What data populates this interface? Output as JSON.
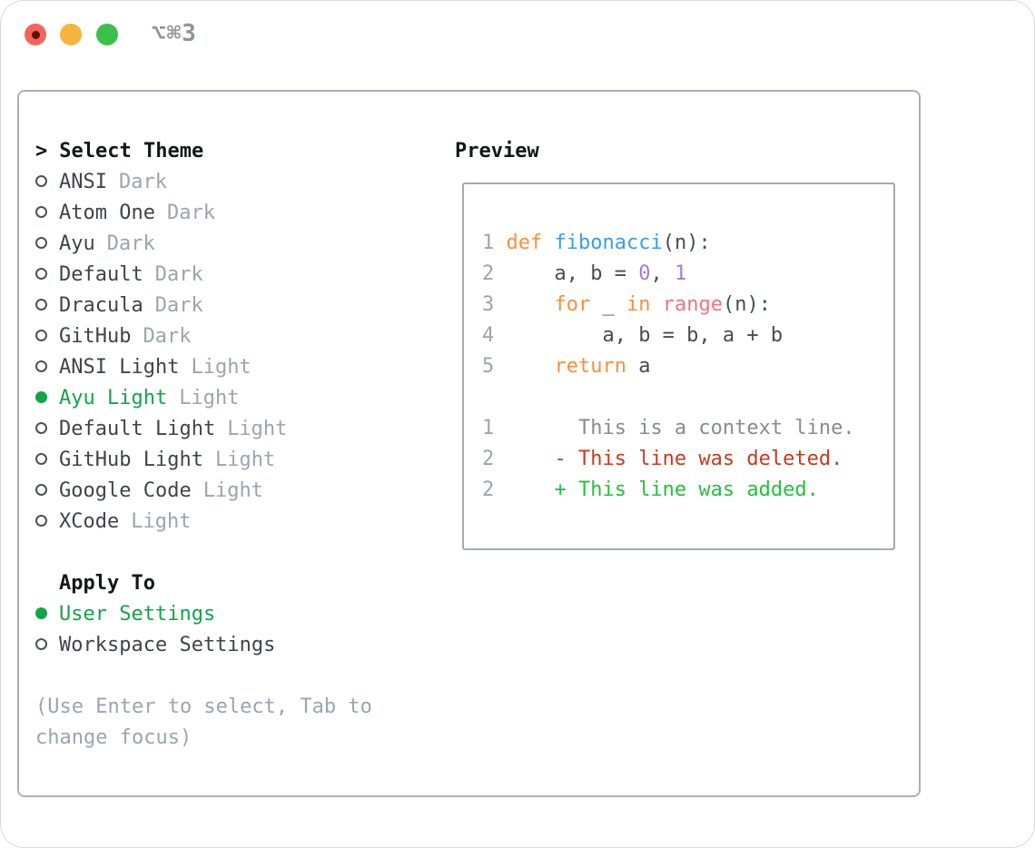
{
  "window": {
    "titlebar": {
      "shortcut_label": "⌥⌘3"
    }
  },
  "theme_panel": {
    "header": {
      "marker": ">",
      "label": "Select Theme"
    },
    "themes": [
      {
        "name": "ANSI",
        "variant": "Dark",
        "selected": false
      },
      {
        "name": "Atom One",
        "variant": "Dark",
        "selected": false
      },
      {
        "name": "Ayu",
        "variant": "Dark",
        "selected": false
      },
      {
        "name": "Default",
        "variant": "Dark",
        "selected": false
      },
      {
        "name": "Dracula",
        "variant": "Dark",
        "selected": false
      },
      {
        "name": "GitHub",
        "variant": "Dark",
        "selected": false
      },
      {
        "name": "ANSI Light",
        "variant": "Light",
        "selected": false
      },
      {
        "name": "Ayu Light",
        "variant": "Light",
        "selected": true
      },
      {
        "name": "Default Light",
        "variant": "Light",
        "selected": false
      },
      {
        "name": "GitHub Light",
        "variant": "Light",
        "selected": false
      },
      {
        "name": "Google Code",
        "variant": "Light",
        "selected": false
      },
      {
        "name": "XCode",
        "variant": "Light",
        "selected": false
      }
    ],
    "apply_to": {
      "label": "Apply To",
      "options": [
        {
          "name": "User Settings",
          "selected": true
        },
        {
          "name": "Workspace Settings",
          "selected": false
        }
      ]
    },
    "help_lines": [
      "(Use Enter to select, Tab to",
      "change focus)"
    ]
  },
  "preview": {
    "label": "Preview",
    "code_lines": [
      {
        "num": "1",
        "tokens": [
          {
            "t": "def",
            "c": "kw"
          },
          {
            "t": " ",
            "c": "pl"
          },
          {
            "t": "fibonacci",
            "c": "fn"
          },
          {
            "t": "(n):",
            "c": "pl"
          }
        ]
      },
      {
        "num": "2",
        "tokens": [
          {
            "t": "    a, b = ",
            "c": "pl"
          },
          {
            "t": "0",
            "c": "num"
          },
          {
            "t": ", ",
            "c": "pl"
          },
          {
            "t": "1",
            "c": "num"
          }
        ]
      },
      {
        "num": "3",
        "tokens": [
          {
            "t": "    ",
            "c": "pl"
          },
          {
            "t": "for",
            "c": "kw"
          },
          {
            "t": " _ ",
            "c": "pl"
          },
          {
            "t": "in",
            "c": "kw"
          },
          {
            "t": " ",
            "c": "pl"
          },
          {
            "t": "range",
            "c": "call"
          },
          {
            "t": "(n):",
            "c": "pl"
          }
        ]
      },
      {
        "num": "4",
        "tokens": [
          {
            "t": "        a, b = b, a + b",
            "c": "pl"
          }
        ]
      },
      {
        "num": "5",
        "tokens": [
          {
            "t": "    ",
            "c": "pl"
          },
          {
            "t": "return",
            "c": "kw"
          },
          {
            "t": " a",
            "c": "pl"
          }
        ]
      },
      {
        "num": "",
        "tokens": []
      },
      {
        "num": "1",
        "tokens": [
          {
            "t": "      This is a context line.",
            "c": "ctx"
          }
        ]
      },
      {
        "num": "2",
        "tokens": [
          {
            "t": "    - This line was deleted.",
            "c": "del"
          }
        ]
      },
      {
        "num": "2",
        "tokens": [
          {
            "t": "    + This line was added.",
            "c": "add"
          }
        ]
      }
    ]
  },
  "colors": {
    "selection_green": "#14a446",
    "variant_gray": "#9aa5b1",
    "item_dark": "#3e444c",
    "header_black": "#14171a",
    "panel_border": "#a9b0ba",
    "preview_border": "#a3aab4",
    "keyword_orange": "#fa8d3e",
    "function_blue": "#399ee6",
    "number_purple": "#a77ad1",
    "call_coral": "#f4727c",
    "plain_code": "#474d54",
    "context_gray": "#858c93",
    "deleted_red": "#c63a1e",
    "added_green": "#24c13e",
    "line_number_gray": "#9aa5b1",
    "titlebar_gray": "#8e949c",
    "traffic_close": "#f4635d",
    "traffic_close_dot": "#5b110b",
    "traffic_minimize": "#f7b43f",
    "traffic_zoom": "#3ac04b"
  }
}
